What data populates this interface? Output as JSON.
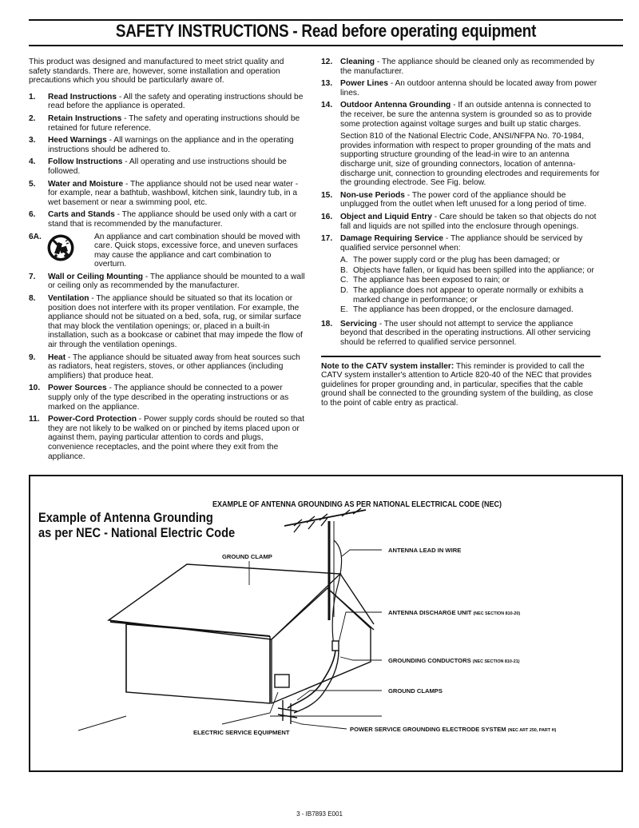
{
  "title": "SAFETY INSTRUCTIONS - Read before operating equipment",
  "intro": "This product was designed and manufactured to meet strict quality and safety standards. There are, however, some installation and operation precautions which you should be particularly aware of.",
  "items": [
    {
      "num": "1.",
      "title": "Read Instructions",
      "text": " - All the safety and operating instructions should be read before the appliance is operated."
    },
    {
      "num": "2.",
      "title": "Retain Instructions",
      "text": " - The safety and operating instructions should be retained for future reference."
    },
    {
      "num": "3.",
      "title": "Heed Warnings",
      "text": " - All warnings on the appliance and in the operating instructions should be adhered to."
    },
    {
      "num": "4.",
      "title": "Follow Instructions",
      "text": " - All operating and use instructions should be followed."
    },
    {
      "num": "5.",
      "title": "Water and Moisture",
      "text": " - The appliance should not be used near water - for example, near a bathtub, washbowl, kitchen sink, laundry tub, in a wet basement or near a swimming pool, etc."
    },
    {
      "num": "6.",
      "title": "Carts and Stands",
      "text": " - The appliance should be used only with a cart or stand that is recommended by the manufacturer."
    },
    {
      "num": "7.",
      "title": "Wall or Ceiling Mounting",
      "text": " - The appliance should be mounted to a wall or ceiling only as recommended by the manufacturer."
    },
    {
      "num": "8.",
      "title": "Ventilation",
      "text": " - The appliance should be situated so that its location or position does not interfere with its proper ventilation. For example, the appliance should not be situated on a bed, sofa, rug, or similar surface that may block the ventilation openings; or, placed in a built-in installation, such as a bookcase or cabinet that may impede the flow of air through the ventilation openings."
    },
    {
      "num": "9.",
      "title": "Heat",
      "text": " - The appliance should be situated away from heat sources such as radiators, heat registers, stoves, or other appliances (including amplifiers) that produce heat."
    },
    {
      "num": "10.",
      "title": "Power Sources",
      "text": " - The appliance should be connected to a power supply only of the type described in the operating instructions or as marked on the appliance."
    },
    {
      "num": "11.",
      "title": "Power-Cord Protection",
      "text": " - Power supply cords should be routed so that they are not likely to be walked on or pinched by items placed upon or against them, paying particular attention to cords and plugs, convenience receptacles, and the point where they exit from the appliance."
    },
    {
      "num": "12.",
      "title": "Cleaning",
      "text": " - The appliance should be cleaned only as recommended by the manufacturer."
    },
    {
      "num": "13.",
      "title": "Power Lines",
      "text": " - An outdoor antenna should be located away from power lines."
    },
    {
      "num": "14.",
      "title": "Outdoor Antenna Grounding",
      "text": " - If an outside antenna is connected to the receiver, be sure the antenna system is grounded so as to provide some protection against voltage surges and built up static charges."
    },
    {
      "num": "15.",
      "title": "Non-use Periods",
      "text": " - The power cord of the appliance should be unplugged from the outlet when left unused for a long period of time."
    },
    {
      "num": "16.",
      "title": "Object and Liquid Entry",
      "text": " - Care should be taken so that objects do not fall and liquids are not spilled into the enclosure through openings."
    },
    {
      "num": "17.",
      "title": "Damage Requiring Service",
      "text": " - The appliance should be serviced by qualified service personnel when:"
    },
    {
      "num": "18.",
      "title": "Servicing",
      "text": " - The user should not attempt to service the appliance beyond that described in the operating instructions. All other servicing should be referred to qualified service personnel."
    }
  ],
  "item6a": {
    "num": "6A.",
    "text": "An appliance and cart combination should be moved with care. Quick stops, excessive force, and uneven surfaces may cause the appliance and cart combination to overturn."
  },
  "item14_para": "Section 810 of the National Electric Code, ANSI/NFPA No. 70-1984, provides information with respect to proper grounding of the mats and supporting structure grounding of the lead-in wire to an antenna discharge unit, size of grounding connectors, location of antenna-discharge unit, connection to grounding electrodes and requirements for the grounding electrode. See Fig. below.",
  "item17_subs": [
    {
      "letter": "A.",
      "text": "The power supply cord or the plug has been damaged; or"
    },
    {
      "letter": "B.",
      "text": "Objects have fallen, or liquid has been spilled into the appliance; or"
    },
    {
      "letter": "C.",
      "text": "The appliance has been exposed to rain; or"
    },
    {
      "letter": "D.",
      "text": "The appliance does not appear to operate normally or exhibits a marked change in performance; or"
    },
    {
      "letter": "E.",
      "text": "The appliance has been dropped, or the enclosure damaged."
    }
  ],
  "note": {
    "label": "Note to the CATV system installer:",
    "text": " This reminder is provided to call the CATV system installer's attention to Article 820-40 of the NEC that provides guidelines for proper grounding and, in particular, specifies that the cable ground shall be connected to the grounding system of the building, as close to the point of cable entry as practical."
  },
  "diagram": {
    "title": "EXAMPLE OF ANTENNA GROUNDING AS PER NATIONAL ELECTRICAL CODE (NEC)",
    "example_line1": "Example of Antenna Grounding",
    "example_line2": "as per NEC - National Electric Code",
    "labels": {
      "ground_clamp": "GROUND CLAMP",
      "lead_in": "ANTENNA LEAD IN WIRE",
      "discharge": "ANTENNA DISCHARGE UNIT",
      "discharge_ref": "(NEC SECTION 810-20)",
      "conductors": "GROUNDING CONDUCTORS",
      "conductors_ref": "(NEC SECTION 810-21)",
      "clamps": "GROUND CLAMPS",
      "electric": "ELECTRIC SERVICE EQUIPMENT",
      "electrode": "POWER SERVICE GROUNDING ELECTRODE SYSTEM",
      "electrode_ref": "(NEC ART 250, PART H)"
    }
  },
  "footer": "3 - IB7893 E001"
}
